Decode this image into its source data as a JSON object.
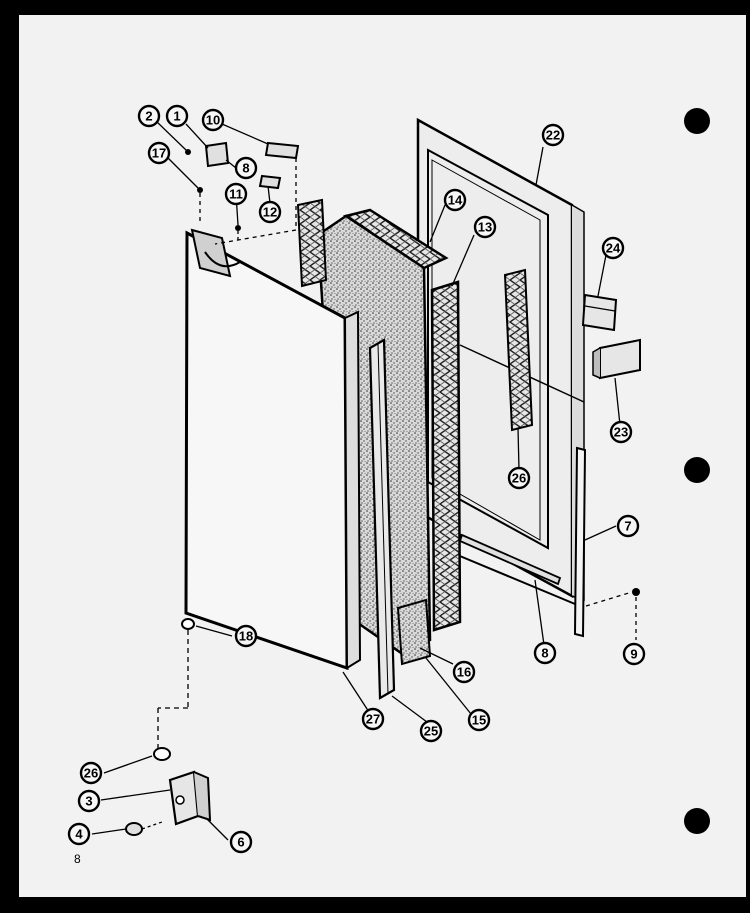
{
  "diagram": {
    "callouts": [
      {
        "id": "c2",
        "label": "2"
      },
      {
        "id": "c1",
        "label": "1"
      },
      {
        "id": "c10",
        "label": "10"
      },
      {
        "id": "c17",
        "label": "17"
      },
      {
        "id": "c8a",
        "label": "8"
      },
      {
        "id": "c11",
        "label": "11"
      },
      {
        "id": "c12",
        "label": "12"
      },
      {
        "id": "c22",
        "label": "22"
      },
      {
        "id": "c14",
        "label": "14"
      },
      {
        "id": "c13",
        "label": "13"
      },
      {
        "id": "c24",
        "label": "24"
      },
      {
        "id": "c23",
        "label": "23"
      },
      {
        "id": "c26a",
        "label": "26"
      },
      {
        "id": "c7",
        "label": "7"
      },
      {
        "id": "c9",
        "label": "9"
      },
      {
        "id": "c8b",
        "label": "8"
      },
      {
        "id": "c18",
        "label": "18"
      },
      {
        "id": "c16",
        "label": "16"
      },
      {
        "id": "c27",
        "label": "27"
      },
      {
        "id": "c25",
        "label": "25"
      },
      {
        "id": "c15",
        "label": "15"
      },
      {
        "id": "c26b",
        "label": "26"
      },
      {
        "id": "c3",
        "label": "3"
      },
      {
        "id": "c4",
        "label": "4"
      },
      {
        "id": "c6",
        "label": "6"
      }
    ],
    "footer_mark": "8",
    "colors": {
      "ink": "#000000",
      "paper": "#f2f2f2",
      "panel": "#ececec",
      "background": "#000000"
    }
  }
}
